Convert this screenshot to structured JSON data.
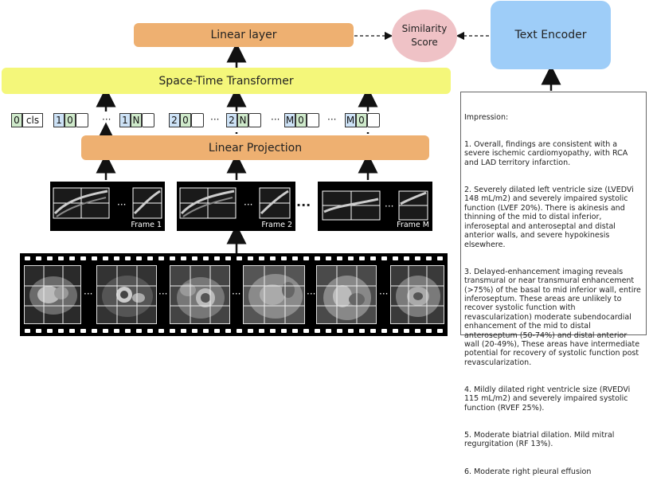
{
  "blocks": {
    "linear_layer": "Linear layer",
    "similarity_line1": "Similarity",
    "similarity_line2": "Score",
    "text_encoder": "Text Encoder",
    "transformer": "Space-Time Transformer",
    "linear_projection": "Linear Projection"
  },
  "tokens": [
    {
      "a": "0",
      "b": "cls"
    },
    {
      "a": "1",
      "b": "0"
    },
    {
      "a": "1",
      "b": "N"
    },
    {
      "a": "2",
      "b": "0"
    },
    {
      "a": "2",
      "b": "N"
    },
    {
      "a": "M",
      "b": "0"
    },
    {
      "a": "M",
      "b": "0"
    }
  ],
  "ellipsis": "···",
  "frames": [
    {
      "label": "Frame 1"
    },
    {
      "label": "Frame 2"
    },
    {
      "label": "Frame M"
    }
  ],
  "impression": [
    "Impression:",
    "1. Overall, findings are consistent with a severe ischemic cardiomyopathy, with RCA and LAD territory infarction.",
    "2. Severely dilated left ventricle size (LVEDVi 148 mL/m2) and severely impaired systolic function (LVEF 20%). There is akinesis and thinning of the mid to distal inferior, inferoseptal and anteroseptal and distal anterior walls, and severe hypokinesis elsewhere.",
    "3. Delayed-enhancement imaging reveals transmural or near transmural enhancement (>75%) of the basal to mid inferior wall, entire inferoseptum. These areas are unlikely to recover systolic function with revascularization) moderate subendocardial enhancement of the mid to distal anteroseptum (50-74%) and distal anterior wall (20-49%), These areas have intermediate potential for recovery of systolic function post revascularization.",
    "4. Mildly dilated right ventricle size (RVEDVi 115 mL/m2) and severely impaired systolic function (RVEF 25%).",
    "5. Moderate biatrial dilation. Mild mitral regurgitation (RF 13%).",
    "6. Moderate right pleural effusion"
  ]
}
